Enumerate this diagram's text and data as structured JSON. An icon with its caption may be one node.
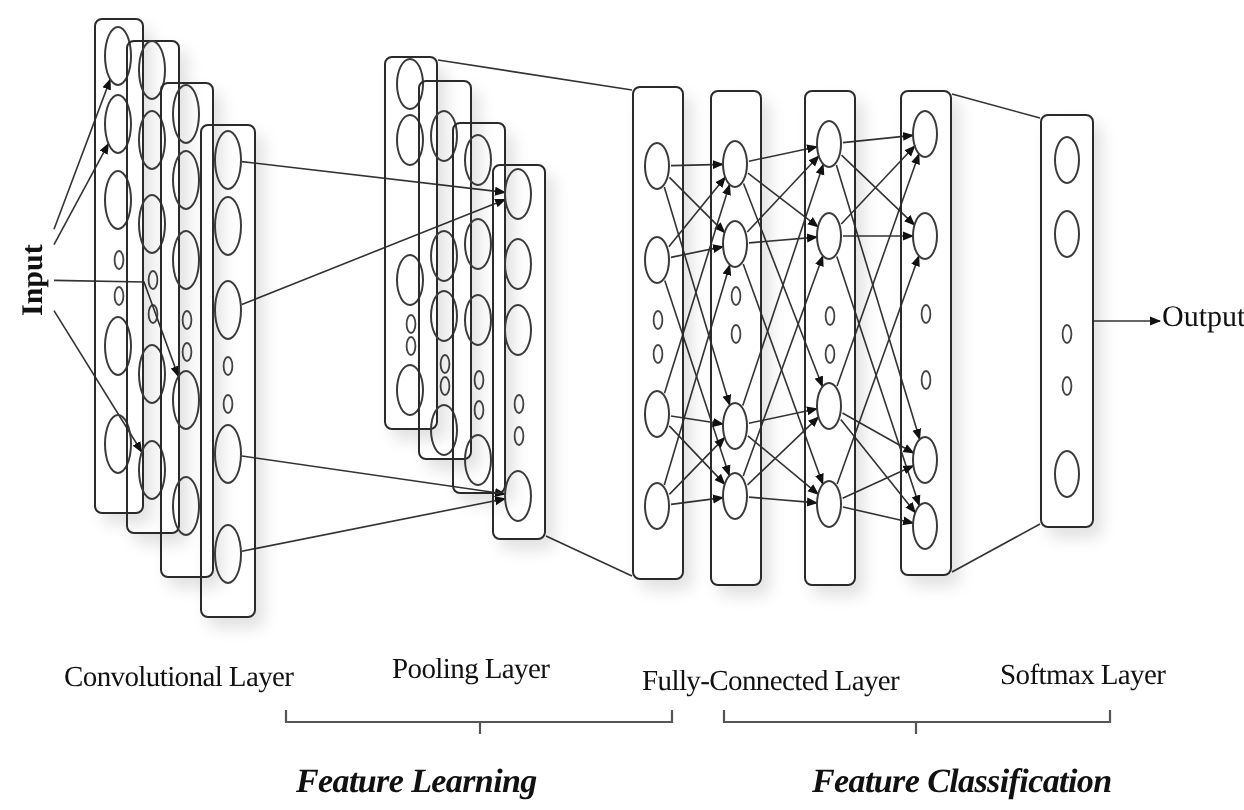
{
  "diagram": {
    "nodes": [
      {
        "text": [
          "Input"
        ]
      },
      {
        "text": [],
        "shape": "box"
      },
      {
        "text": [],
        "shape": "circle",
        "in": 1
      },
      {
        "text": [],
        "shape": "circle",
        "in": 1
      },
      {
        "text": [],
        "shape": "circle",
        "in": 1
      },
      {
        "text": [],
        "shape": "circle",
        "in": 1
      },
      {
        "text": [],
        "shape": "circle",
        "in": 1
      },
      {
        "text": [],
        "shape": "box"
      },
      {
        "text": [],
        "shape": "circle",
        "in": 7
      },
      {
        "text": [],
        "shape": "circle",
        "in": 7
      },
      {
        "text": [],
        "shape": "circle",
        "in": 7
      },
      {
        "text": [],
        "shape": "circle",
        "in": 7
      },
      {
        "text": [],
        "shape": "circle",
        "in": 7
      },
      {
        "text": [],
        "shape": "box"
      },
      {
        "text": [],
        "shape": "circle",
        "in": 13
      },
      {
        "text": [],
        "shape": "circle",
        "in": 13
      },
      {
        "text": [],
        "shape": "circle",
        "in": 13
      },
      {
        "text": [],
        "shape": "circle",
        "in": 13
      },
      {
        "text": [],
        "shape": "circle",
        "in": 13
      },
      {
        "text": [],
        "shape": "box"
      },
      {
        "text": [],
        "shape": "circle",
        "in": 19
      },
      {
        "text": [],
        "shape": "circle",
        "in": 19
      },
      {
        "text": [],
        "shape": "circle",
        "in": 19
      },
      {
        "text": [],
        "shape": "circle",
        "in": 19
      },
      {
        "text": [],
        "shape": "circle",
        "in": 19
      },
      {
        "text": [],
        "shape": "box"
      },
      {
        "text": [],
        "shape": "circle",
        "in": 25
      },
      {
        "text": [],
        "shape": "circle",
        "in": 25
      },
      {
        "text": [],
        "shape": "circle",
        "in": 25
      },
      {
        "text": [],
        "shape": "circle",
        "in": 25
      },
      {
        "text": [],
        "shape": "box"
      },
      {
        "text": [],
        "shape": "circle",
        "in": 30
      },
      {
        "text": [],
        "shape": "circle",
        "in": 30
      },
      {
        "text": [],
        "shape": "circle",
        "in": 30
      },
      {
        "text": [],
        "shape": "circle",
        "in": 30
      },
      {
        "text": [],
        "shape": "box"
      },
      {
        "text": [],
        "shape": "circle",
        "in": 35
      },
      {
        "text": [],
        "shape": "circle",
        "in": 35
      },
      {
        "text": [],
        "shape": "circle",
        "in": 35
      },
      {
        "text": [],
        "shape": "circle",
        "in": 35
      },
      {
        "text": [],
        "shape": "box"
      },
      {
        "text": [],
        "shape": "circle",
        "in": 40
      },
      {
        "text": [],
        "shape": "circle",
        "in": 40
      },
      {
        "text": [],
        "shape": "circle",
        "in": 40
      },
      {
        "text": [],
        "shape": "circle",
        "in": 40
      },
      {
        "text": [],
        "shape": "box"
      },
      {
        "text": [],
        "shape": "circle",
        "in": 45
      },
      {
        "text": [],
        "shape": "circle",
        "in": 45
      },
      {
        "text": [],
        "shape": "circle",
        "in": 45
      },
      {
        "text": [],
        "shape": "circle",
        "in": 45
      },
      {
        "text": [],
        "shape": "box"
      },
      {
        "text": [],
        "shape": "circle",
        "in": 50
      },
      {
        "text": [],
        "shape": "circle",
        "in": 50
      },
      {
        "text": [],
        "shape": "circle",
        "in": 50
      },
      {
        "text": [],
        "shape": "circle",
        "in": 50
      },
      {
        "text": [],
        "shape": "box"
      },
      {
        "text": [],
        "shape": "circle",
        "in": 55
      },
      {
        "text": [],
        "shape": "circle",
        "in": 55
      },
      {
        "text": [],
        "shape": "circle",
        "in": 55
      },
      {
        "text": [],
        "shape": "circle",
        "in": 55
      },
      {
        "text": [],
        "shape": "box"
      },
      {
        "text": [],
        "shape": "circle",
        "in": 60
      },
      {
        "text": [],
        "shape": "circle",
        "in": 60
      },
      {
        "text": [],
        "shape": "circle",
        "in": 60
      },
      {
        "text": [],
        "shape": "circle",
        "in": 60
      },
      {
        "text": [],
        "shape": "box"
      },
      {
        "text": [],
        "shape": "circle",
        "in": 65
      },
      {
        "text": [],
        "shape": "circle",
        "in": 65
      },
      {
        "text": [],
        "shape": "circle",
        "in": 65
      },
      {
        "text": [
          "Output"
        ]
      }
    ],
    "edges": [
      {
        "from": 0,
        "to": 2,
        "arrow": "to"
      },
      {
        "from": 0,
        "to": 3,
        "arrow": "to"
      },
      {
        "from": 0,
        "to": 17,
        "arrow": "to"
      },
      {
        "from": 0,
        "to": 12,
        "arrow": "to"
      },
      {
        "from": 20,
        "to": 41,
        "arrow": "to"
      },
      {
        "from": 22,
        "to": 41,
        "arrow": "to"
      },
      {
        "from": 23,
        "to": 44,
        "arrow": "to"
      },
      {
        "from": 24,
        "to": 44,
        "arrow": "to"
      },
      {
        "from": 25,
        "to": 45,
        "arrow": "none"
      },
      {
        "from": 40,
        "to": 45,
        "arrow": "none"
      },
      {
        "from": 46,
        "to": 51,
        "arrow": "to"
      },
      {
        "from": 46,
        "to": 52,
        "arrow": "to"
      },
      {
        "from": 46,
        "to": 53,
        "arrow": "to"
      },
      {
        "from": 47,
        "to": 51,
        "arrow": "to"
      },
      {
        "from": 47,
        "to": 52,
        "arrow": "to"
      },
      {
        "from": 47,
        "to": 54,
        "arrow": "to"
      },
      {
        "from": 48,
        "to": 51,
        "arrow": "to"
      },
      {
        "from": 48,
        "to": 53,
        "arrow": "to"
      },
      {
        "from": 48,
        "to": 54,
        "arrow": "to"
      },
      {
        "from": 49,
        "to": 52,
        "arrow": "to"
      },
      {
        "from": 49,
        "to": 53,
        "arrow": "to"
      },
      {
        "from": 49,
        "to": 54,
        "arrow": "to"
      },
      {
        "from": 51,
        "to": 56,
        "arrow": "to"
      },
      {
        "from": 51,
        "to": 57,
        "arrow": "to"
      },
      {
        "from": 51,
        "to": 58,
        "arrow": "to"
      },
      {
        "from": 52,
        "to": 56,
        "arrow": "to"
      },
      {
        "from": 52,
        "to": 57,
        "arrow": "to"
      },
      {
        "from": 52,
        "to": 59,
        "arrow": "to"
      },
      {
        "from": 53,
        "to": 56,
        "arrow": "to"
      },
      {
        "from": 53,
        "to": 58,
        "arrow": "to"
      },
      {
        "from": 53,
        "to": 59,
        "arrow": "to"
      },
      {
        "from": 54,
        "to": 57,
        "arrow": "to"
      },
      {
        "from": 54,
        "to": 58,
        "arrow": "to"
      },
      {
        "from": 54,
        "to": 59,
        "arrow": "to"
      },
      {
        "from": 56,
        "to": 61,
        "arrow": "to"
      },
      {
        "from": 56,
        "to": 62,
        "arrow": "to"
      },
      {
        "from": 56,
        "to": 63,
        "arrow": "to"
      },
      {
        "from": 57,
        "to": 61,
        "arrow": "to"
      },
      {
        "from": 57,
        "to": 62,
        "arrow": "to"
      },
      {
        "from": 57,
        "to": 64,
        "arrow": "to"
      },
      {
        "from": 58,
        "to": 61,
        "arrow": "to"
      },
      {
        "from": 58,
        "to": 63,
        "arrow": "to"
      },
      {
        "from": 58,
        "to": 64,
        "arrow": "to"
      },
      {
        "from": 59,
        "to": 62,
        "arrow": "to"
      },
      {
        "from": 59,
        "to": 63,
        "arrow": "to"
      },
      {
        "from": 59,
        "to": 64,
        "arrow": "to"
      },
      {
        "from": 60,
        "to": 65,
        "arrow": "none"
      },
      {
        "from": 60,
        "to": 65,
        "arrow": "none"
      },
      {
        "from": 65,
        "to": 69,
        "arrow": "to"
      }
    ],
    "labels": [
      "Convolutional Layer",
      "Pooling Layer",
      "Fully-Connected Layer",
      "Softmax Layer",
      "Feature Learning",
      "Feature Classification"
    ]
  }
}
